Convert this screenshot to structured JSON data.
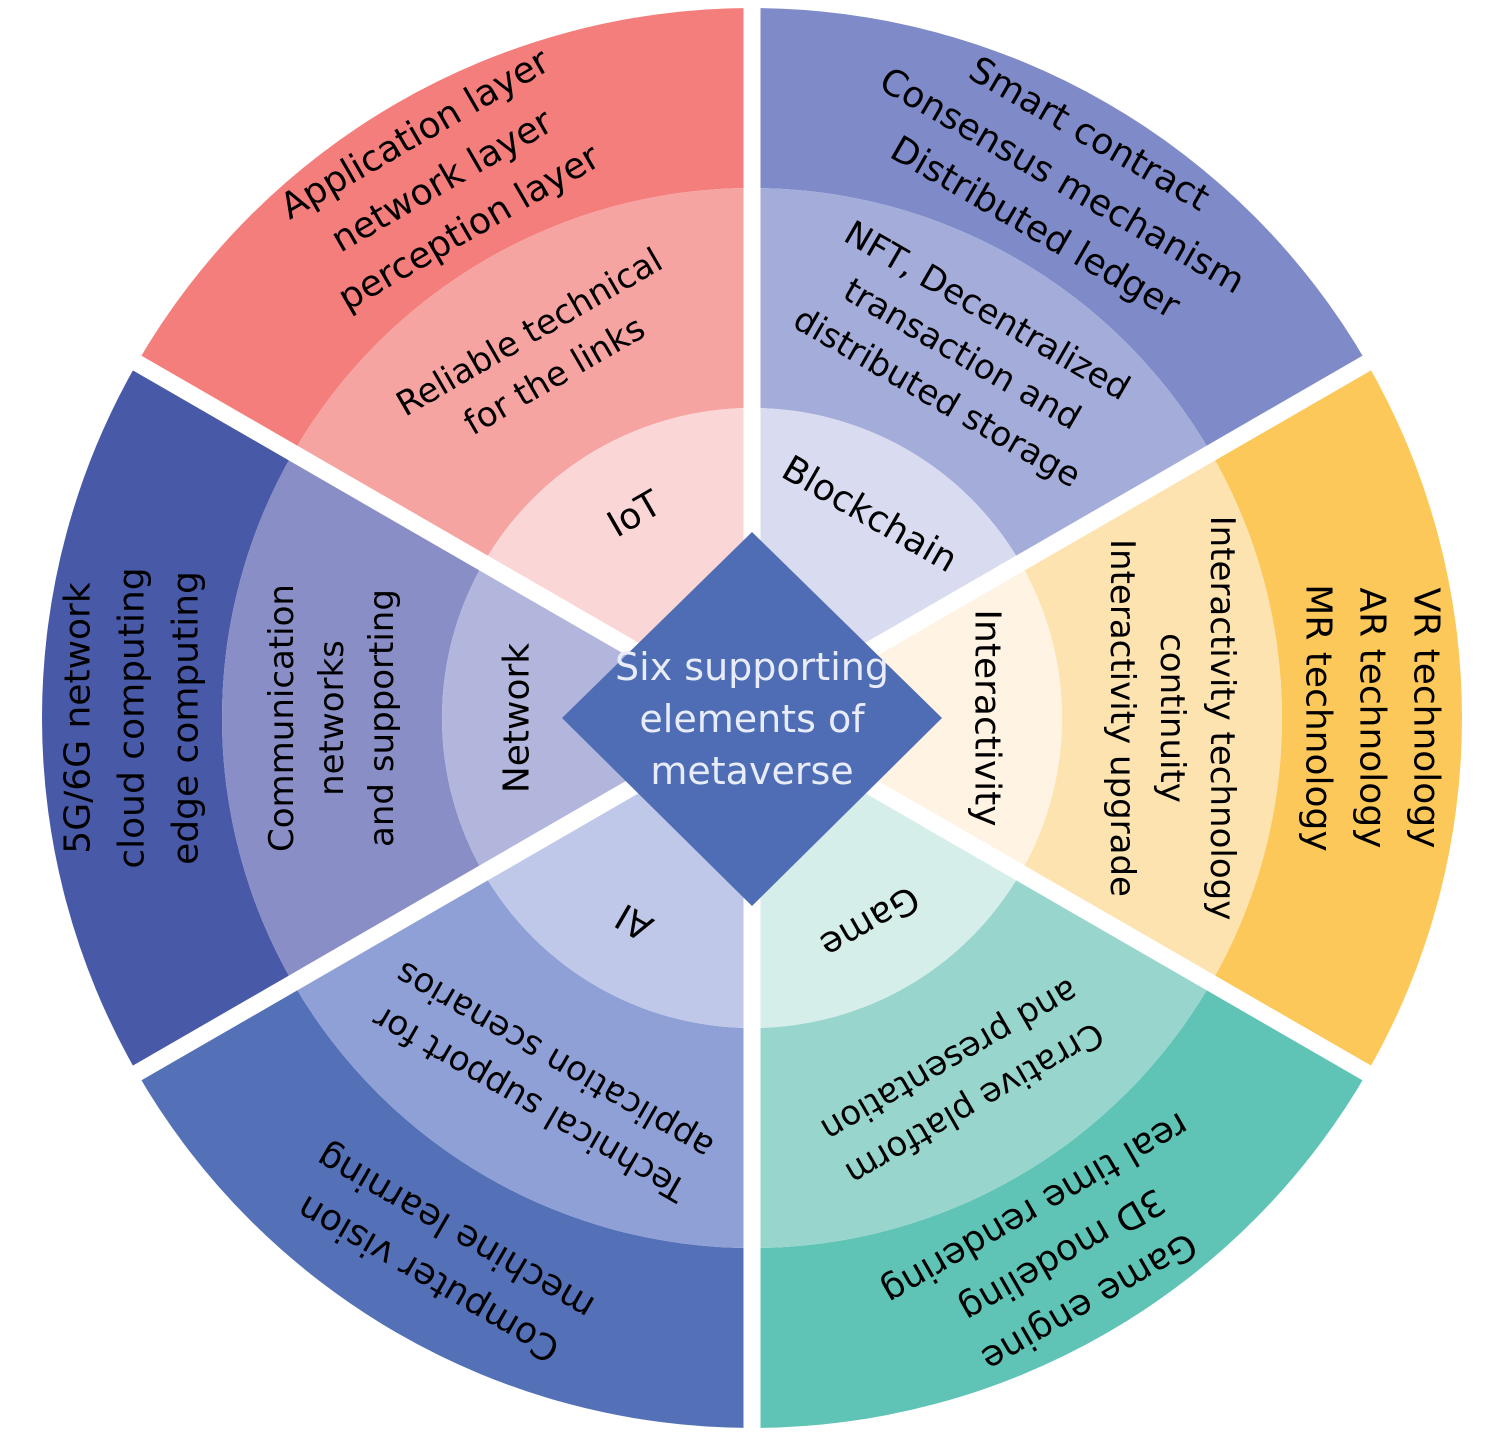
{
  "center": {
    "label_lines": [
      "Six supporting",
      "elements of",
      "metaverse"
    ],
    "color": "#4f6db4"
  },
  "separator_color": "#ffffff",
  "segments": [
    {
      "key": "blockchain",
      "name": "Blockchain",
      "middle_lines": [
        "NFT, Decentralized",
        "transaction and",
        "distributed storage"
      ],
      "outer_lines": [
        "Smart contract",
        "Consensus mechanism",
        "Distributed ledger"
      ],
      "colors": {
        "outer": "#7f8ac8",
        "middle": "#a4acda",
        "inner": "#d9dcf0"
      }
    },
    {
      "key": "interactivity",
      "name": "Interactivity",
      "middle_lines": [
        "Interactivity technology",
        "continuity",
        "Interactivity upgrade"
      ],
      "outer_lines": [
        "VR technology",
        "AR technology",
        "MR technology"
      ],
      "colors": {
        "outer": "#fdc85a",
        "middle": "#fde3b0",
        "inner": "#fff3e3"
      }
    },
    {
      "key": "game",
      "name": "Game",
      "middle_lines": [
        "Crrative platform",
        "and presentation"
      ],
      "outer_lines": [
        "Game engine",
        "3D modeling",
        "real time rendering"
      ],
      "colors": {
        "outer": "#5fc4b6",
        "middle": "#98d6cd",
        "inner": "#d6eeea"
      }
    },
    {
      "key": "ai",
      "name": "AI",
      "middle_lines": [
        "Technical support for",
        "application scenarios"
      ],
      "outer_lines": [
        "Computer vision",
        "mechine learning"
      ],
      "colors": {
        "outer": "#5471b8",
        "middle": "#8ea0d6",
        "inner": "#bfc8e8"
      }
    },
    {
      "key": "network",
      "name": "Network",
      "middle_lines": [
        "Communication",
        "networks",
        "and supporting"
      ],
      "outer_lines": [
        "5G/6G network",
        "cloud computing",
        "edge computing"
      ],
      "colors": {
        "outer": "#4859a8",
        "middle": "#8a8ec6",
        "inner": "#b3b6dc"
      }
    },
    {
      "key": "iot",
      "name": "IoT",
      "middle_lines": [
        "Reliable technical",
        "for the links"
      ],
      "outer_lines": [
        "Application layer",
        "network layer",
        "perception layer"
      ],
      "colors": {
        "outer": "#f37e7c",
        "middle": "#f6a4a2",
        "inner": "#fbd6d6"
      }
    }
  ]
}
